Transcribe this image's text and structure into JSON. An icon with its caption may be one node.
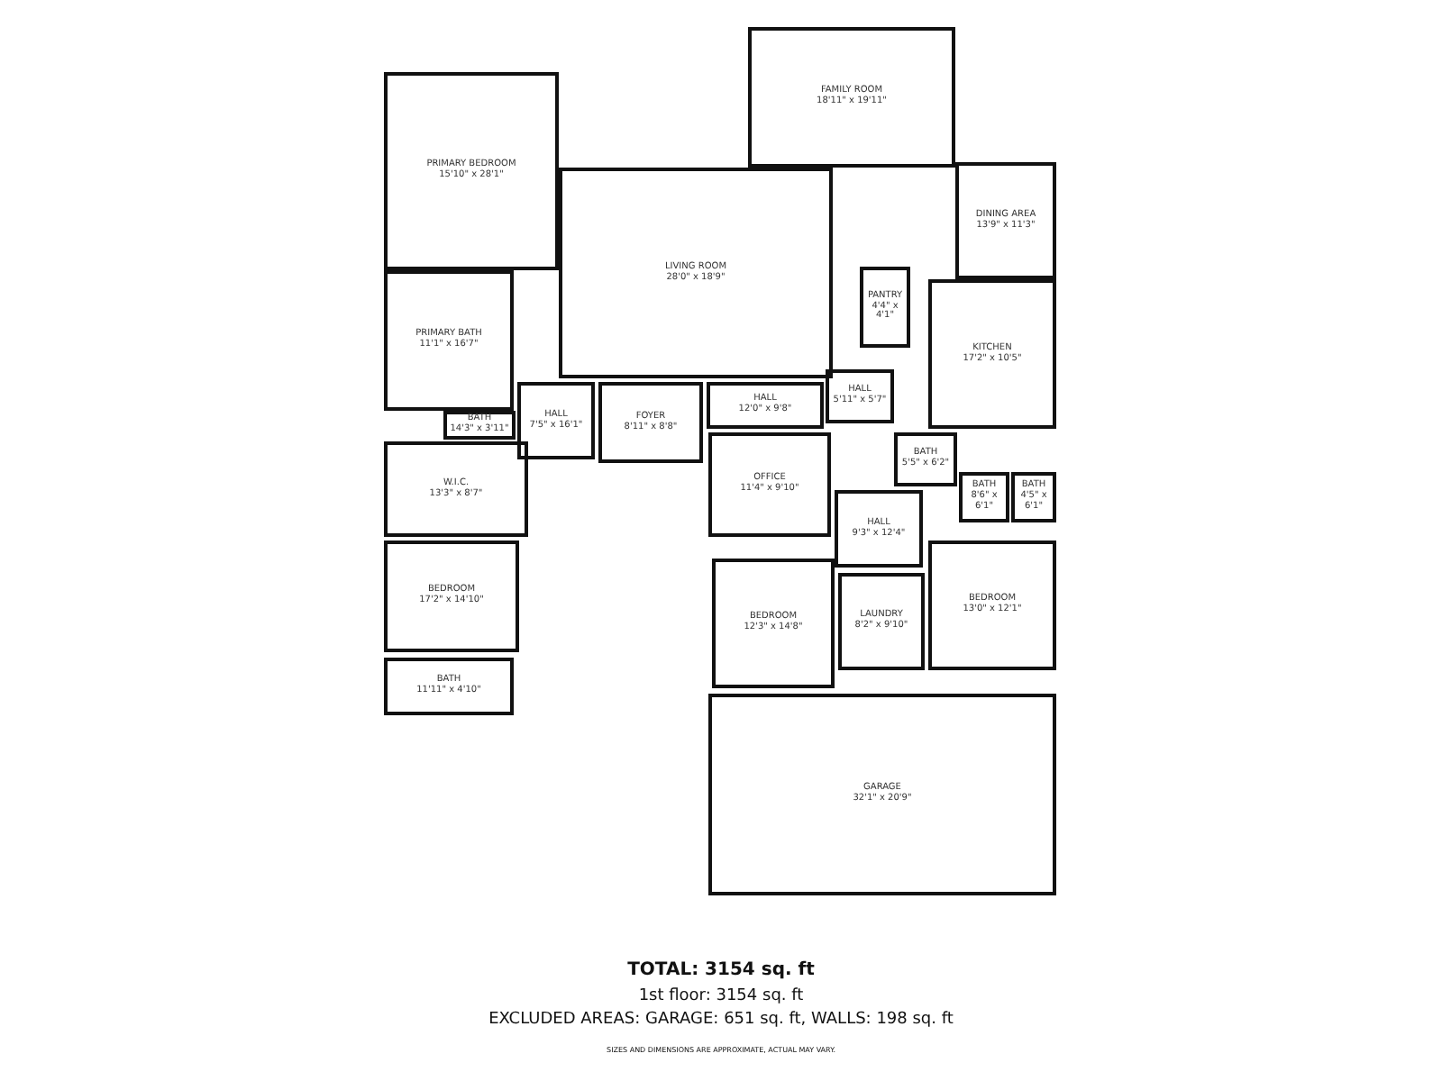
{
  "diagram": {
    "nodes": [
      {
        "text": [
          "FAMILY ROOM",
          "18'11\" x 19'11\""
        ]
      },
      {
        "text": [
          "PRIMARY BEDROOM",
          "15'10\" x 28'1\""
        ]
      },
      {
        "text": [
          "LIVING ROOM",
          "28'0\" x 18'9\""
        ]
      },
      {
        "text": [
          "DINING AREA",
          "13'9\" x 11'3\""
        ]
      },
      {
        "text": [
          "PANTRY",
          "4'4\" x 4'1\""
        ]
      },
      {
        "text": [
          "KITCHEN",
          "17'2\" x 10'5\""
        ]
      },
      {
        "text": [
          "PRIMARY BATH",
          "11'1\" x 16'7\""
        ]
      },
      {
        "text": [
          "HALL",
          "7'5\" x 16'1\""
        ]
      },
      {
        "text": [
          "BATH",
          "14'3\" x 3'11\""
        ]
      },
      {
        "text": [
          "FOYER",
          "8'11\" x 8'8\""
        ]
      },
      {
        "text": [
          "HALL",
          "12'0\" x 9'8\""
        ]
      },
      {
        "text": [
          "HALL",
          "5'11\" x 5'7\""
        ]
      },
      {
        "text": [
          "BATH",
          "5'5\" x 6'2\""
        ]
      },
      {
        "text": [
          "W.I.C.",
          "13'3\" x 8'7\""
        ]
      },
      {
        "text": [
          "OFFICE",
          "11'4\" x 9'10\""
        ]
      },
      {
        "text": [
          "BATH",
          "8'6\" x 6'1\""
        ]
      },
      {
        "text": [
          "BATH",
          "4'5\" x 6'1\""
        ]
      },
      {
        "text": [
          "HALL",
          "9'3\" x 12'4\""
        ]
      },
      {
        "text": [
          "BEDROOM",
          "17'2\" x 14'10\""
        ]
      },
      {
        "text": [
          "BEDROOM",
          "13'0\" x 12'1\""
        ]
      },
      {
        "text": [
          "BEDROOM",
          "12'3\" x 14'8\""
        ]
      },
      {
        "text": [
          "LAUNDRY",
          "8'2\" x 9'10\""
        ]
      },
      {
        "text": [
          "BATH",
          "11'11\" x 4'10\""
        ]
      },
      {
        "text": [
          "GARAGE",
          "32'1\" x 20'9\""
        ]
      }
    ],
    "labels": [
      "TOTAL: 3154 sq. ft",
      "1st floor: 3154 sq. ft",
      "EXCLUDED AREAS: GARAGE: 651 sq. ft, WALLS: 198 sq. ft",
      "SIZES AND DIMENSIONS ARE APPROXIMATE, ACTUAL MAY VARY."
    ]
  }
}
